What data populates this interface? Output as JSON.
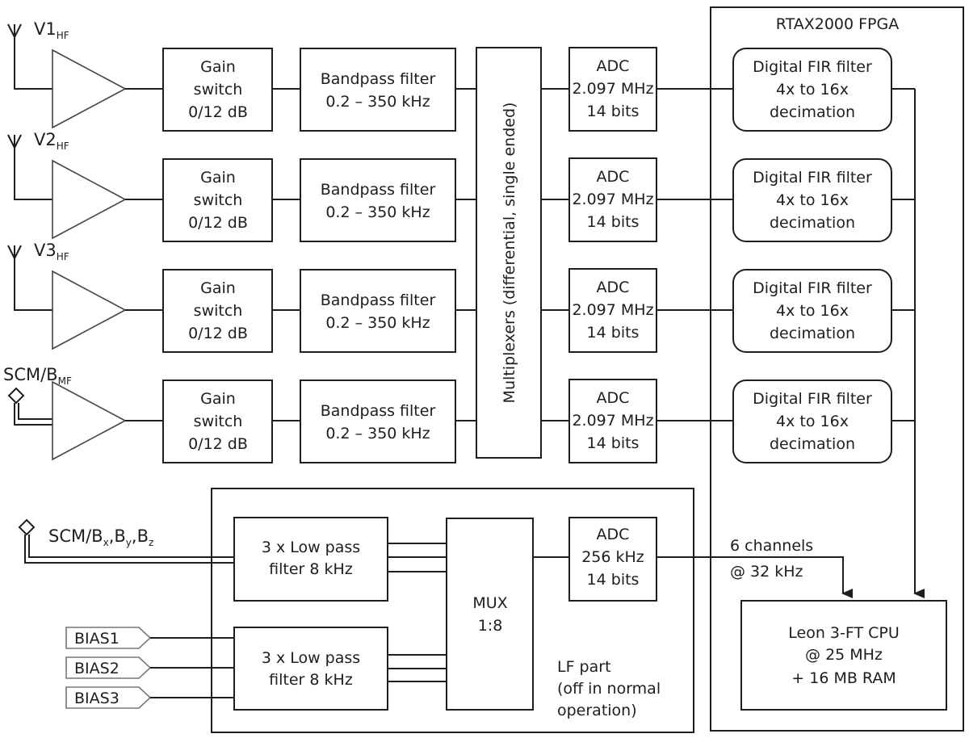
{
  "title": "Instrument signal chain block diagram",
  "hf_channels": [
    {
      "input_label": "V1",
      "input_sub": "HF",
      "sensor": "antenna"
    },
    {
      "input_label": "V2",
      "input_sub": "HF",
      "sensor": "antenna"
    },
    {
      "input_label": "V3",
      "input_sub": "HF",
      "sensor": "antenna"
    },
    {
      "input_label": "SCM/B",
      "input_sub": "MF",
      "sensor": "search-coil"
    }
  ],
  "gain_switch": {
    "line1": "Gain",
    "line2": "switch",
    "line3": "0/12 dB"
  },
  "bandpass": {
    "line1": "Bandpass filter",
    "line2": "0.2 – 350 kHz"
  },
  "multiplexers": {
    "label": "Multiplexers (differential, single ended)"
  },
  "hf_adc": {
    "line1": "ADC",
    "line2": "2.097 MHz",
    "line3": "14 bits"
  },
  "fpga": {
    "title": "RTAX2000 FPGA"
  },
  "fir": {
    "line1": "Digital FIR filter",
    "line2": "4x to 16x",
    "line3": "decimation"
  },
  "lf": {
    "scm_label": "SCM/B",
    "scm_subs": [
      "x",
      "y",
      "z"
    ],
    "lowpass": {
      "line1": "3 x Low pass",
      "line2": "filter 8 kHz"
    },
    "bias": [
      "BIAS1",
      "BIAS2",
      "BIAS3"
    ],
    "mux": {
      "line1": "MUX",
      "line2": "1:8"
    },
    "adc": {
      "line1": "ADC",
      "line2": "256 kHz",
      "line3": "14 bits"
    },
    "note": {
      "line1": "LF part",
      "line2": "(off in normal",
      "line3": "operation)"
    },
    "link_label": {
      "line1": "6 channels",
      "line2": "@ 32 kHz"
    }
  },
  "cpu": {
    "line1": "Leon 3-FT CPU",
    "line2": "@ 25 MHz",
    "line3": "+ 16 MB RAM"
  }
}
